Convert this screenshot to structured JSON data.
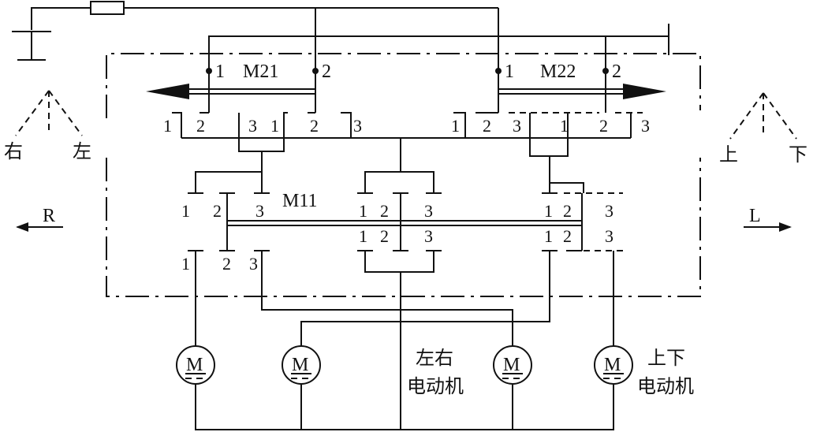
{
  "labels": {
    "m21": "M21",
    "m22": "M22",
    "m11": "M11",
    "r": "R",
    "l": "L",
    "right_cn": "右",
    "left_cn": "左",
    "up_cn": "上",
    "down_cn": "下",
    "motor_symbol": "M",
    "lr_motor_line1": "左右",
    "lr_motor_line2": "电动机",
    "ud_motor_line1": "上下",
    "ud_motor_line2": "电动机"
  },
  "contacts": {
    "m21_top": [
      "1",
      "2"
    ],
    "m22_top": [
      "1",
      "2"
    ],
    "left_group": [
      "1",
      "2",
      "3",
      "1",
      "2",
      "3"
    ],
    "right_group": [
      "1",
      "2",
      "3",
      "1",
      "2",
      "3"
    ],
    "m11_upper_left": [
      "1",
      "2",
      "3"
    ],
    "m11_upper_mid": [
      "1",
      "2",
      "3"
    ],
    "m11_upper_right": [
      "1",
      "2",
      "3"
    ],
    "m11_lower_mid": [
      "1",
      "2",
      "3"
    ],
    "m11_lower_right": [
      "1",
      "2",
      "3"
    ],
    "bottom_left": [
      "1",
      "2",
      "3"
    ]
  }
}
